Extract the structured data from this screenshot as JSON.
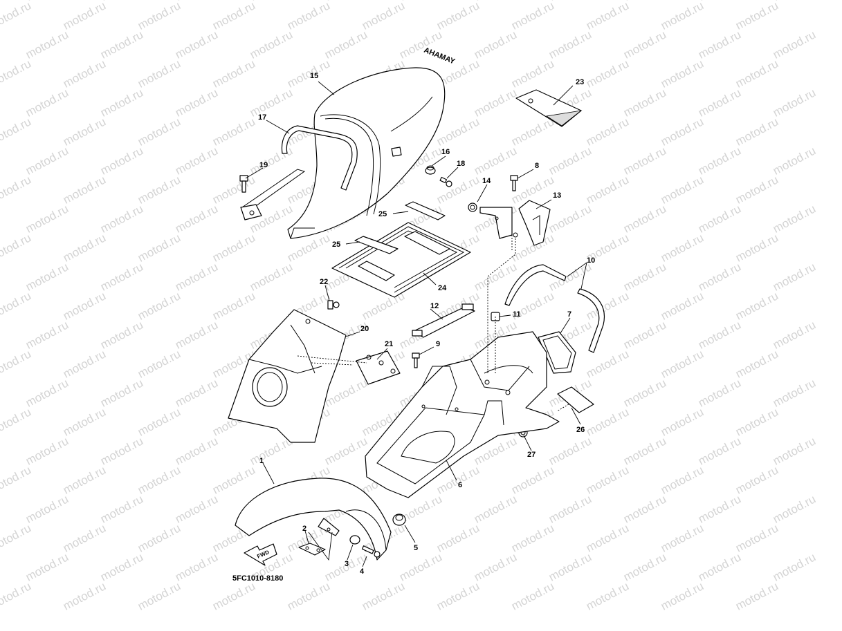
{
  "watermark": {
    "text": "motod.ru"
  },
  "drawing_code": "5FC1010-8180",
  "seat_emblem": "AHAMAY",
  "fwd_arrow": "FWD",
  "callouts": {
    "c1": "1",
    "c2": "2",
    "c3": "3",
    "c4": "4",
    "c5": "5",
    "c6": "6",
    "c7": "7",
    "c8": "8",
    "c9": "9",
    "c10": "10",
    "c11": "11",
    "c12": "12",
    "c13": "13",
    "c14": "14",
    "c15": "15",
    "c16": "16",
    "c17": "17",
    "c18": "18",
    "c19": "19",
    "c20": "20",
    "c21": "21",
    "c22": "22",
    "c23": "23",
    "c24": "24",
    "c25a": "25",
    "c25b": "25",
    "c26": "26",
    "c27": "27"
  }
}
